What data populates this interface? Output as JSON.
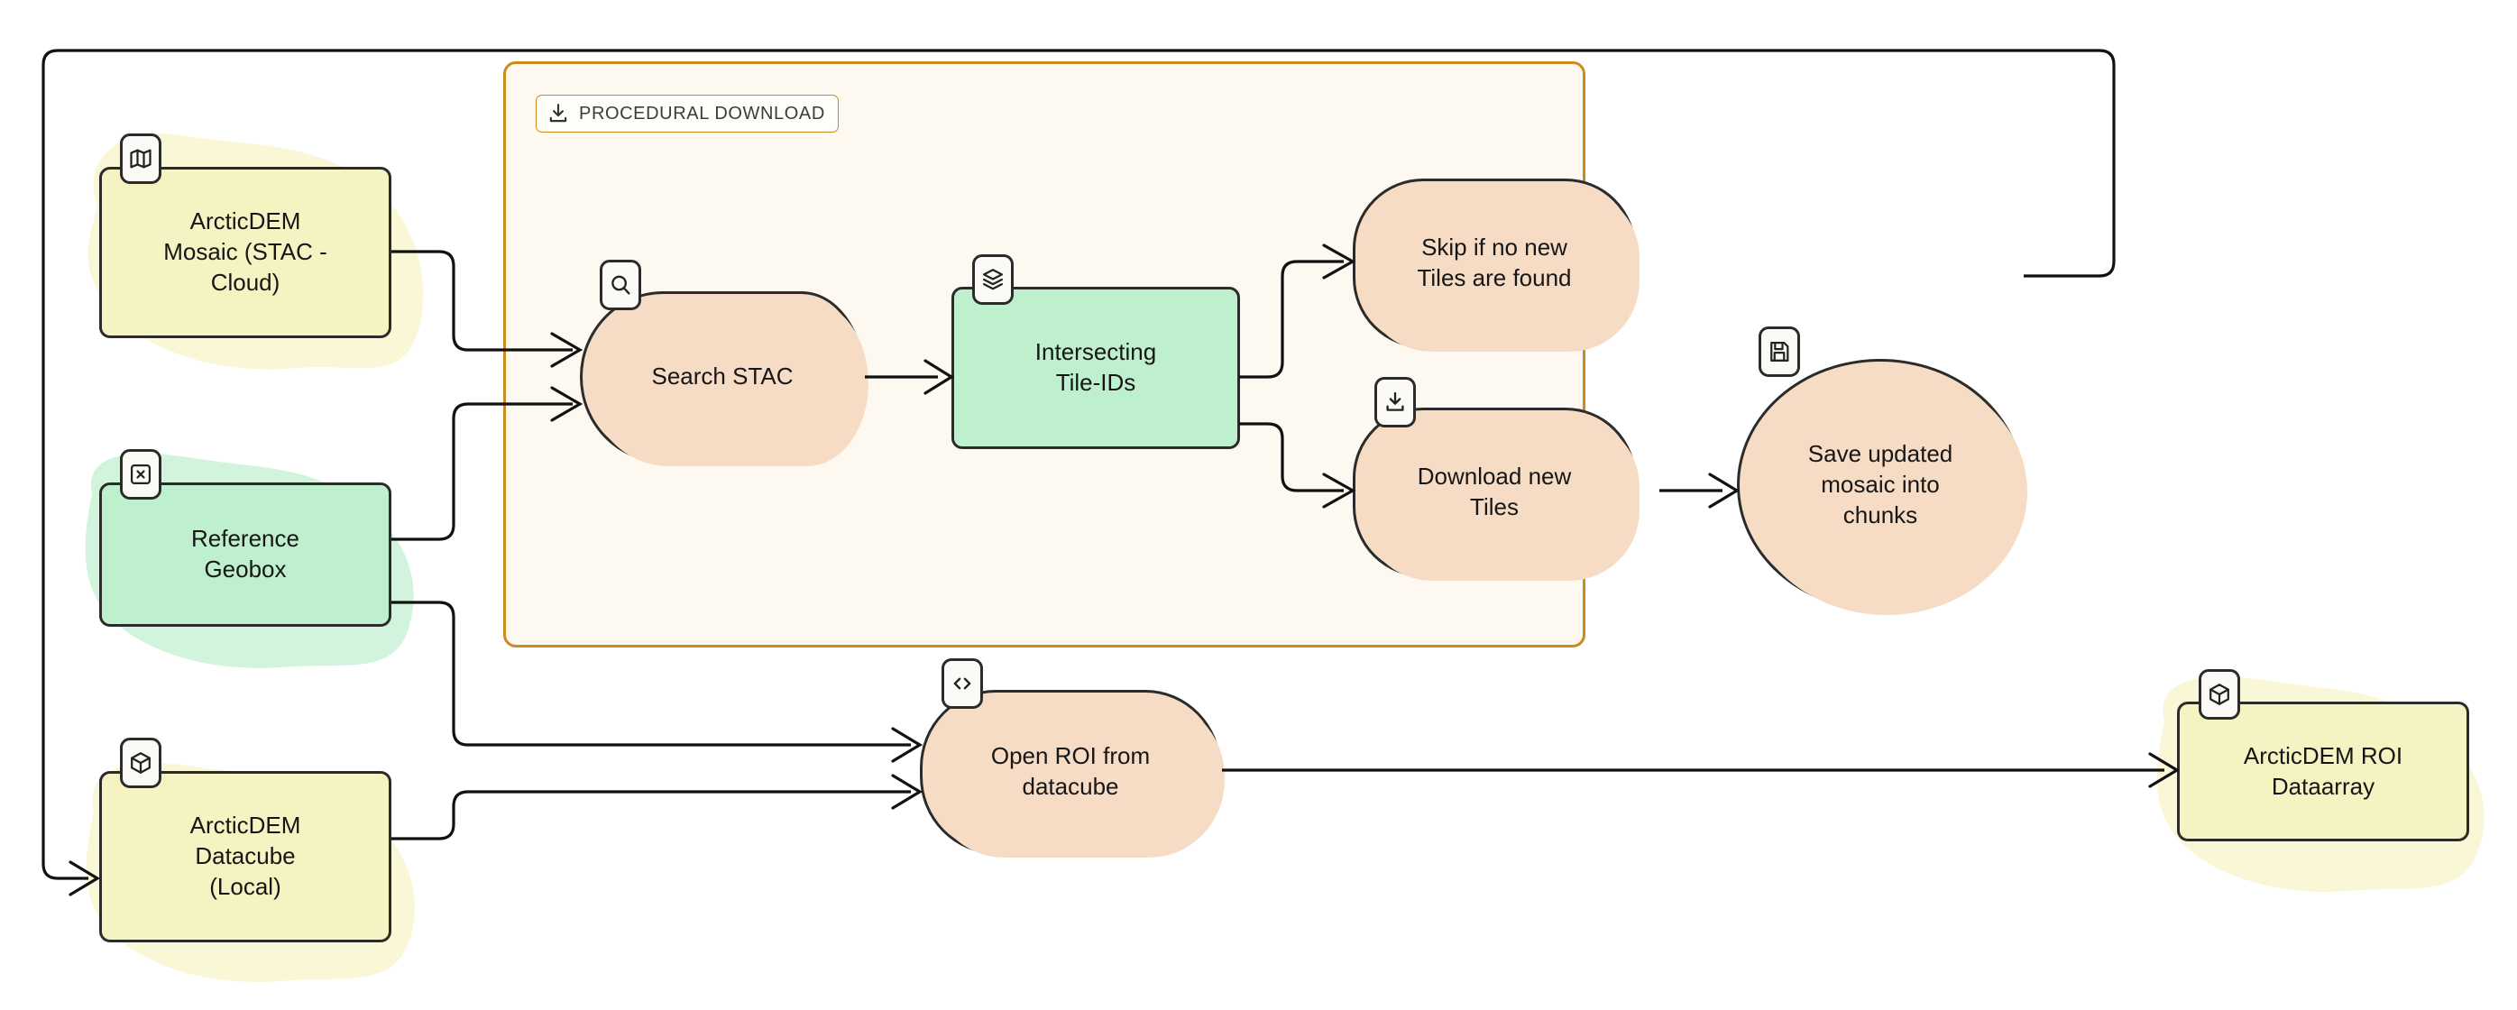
{
  "diagram": {
    "type": "flowchart",
    "title": "ArcticDEM procedural download and ROI extraction flow",
    "colors": {
      "data_node_yellow": "#f6f3c2",
      "data_node_green": "#bff0ce",
      "process_node_peach": "#f7dcc5",
      "cluster_border": "#cc8a1f",
      "cluster_background": "#fdf8f0",
      "edge_stroke": "#111111",
      "node_border": "#2b2b2b"
    }
  },
  "cluster": {
    "label": "PROCEDURAL DOWNLOAD",
    "icon": "download-icon"
  },
  "nodes": [
    {
      "id": "arcticdem-mosaic-stac-cloud",
      "label": "ArcticDEM\nMosaic (STAC -\nCloud)",
      "icon": "map-icon",
      "shape": "data",
      "color": "yellow"
    },
    {
      "id": "reference-geobox",
      "label": "Reference\nGeobox",
      "icon": "box-select-icon",
      "shape": "data",
      "color": "green"
    },
    {
      "id": "arcticdem-datacube-local",
      "label": "ArcticDEM\nDatacube\n(Local)",
      "icon": "cube-icon",
      "shape": "data",
      "color": "yellow"
    },
    {
      "id": "search-stac",
      "label": "Search STAC",
      "icon": "search-icon",
      "shape": "process",
      "color": "peach"
    },
    {
      "id": "intersecting-tile-ids",
      "label": "Intersecting\nTile-IDs",
      "icon": "layers-icon",
      "shape": "data",
      "color": "green"
    },
    {
      "id": "skip-if-no-new-tiles",
      "label": "Skip if no new\nTiles are found",
      "icon": "none",
      "shape": "process",
      "color": "peach"
    },
    {
      "id": "download-new-tiles",
      "label": "Download new\nTiles",
      "icon": "download-icon",
      "shape": "process",
      "color": "peach"
    },
    {
      "id": "save-updated-mosaic-into-chunks",
      "label": "Save updated\nmosaic into\nchunks",
      "icon": "save-icon",
      "shape": "process",
      "color": "peach"
    },
    {
      "id": "open-roi-from-datacube",
      "label": "Open ROI from\ndatacube",
      "icon": "code-icon",
      "shape": "process",
      "color": "peach"
    },
    {
      "id": "arcticdem-roi-dataarray",
      "label": "ArcticDEM ROI\nDataarray",
      "icon": "cube-icon",
      "shape": "data",
      "color": "yellow"
    }
  ],
  "edges": [
    {
      "from": "arcticdem-mosaic-stac-cloud",
      "to": "search-stac"
    },
    {
      "from": "reference-geobox",
      "to": "search-stac"
    },
    {
      "from": "search-stac",
      "to": "intersecting-tile-ids"
    },
    {
      "from": "intersecting-tile-ids",
      "to": "skip-if-no-new-tiles"
    },
    {
      "from": "intersecting-tile-ids",
      "to": "download-new-tiles"
    },
    {
      "from": "download-new-tiles",
      "to": "save-updated-mosaic-into-chunks"
    },
    {
      "from": "save-updated-mosaic-into-chunks",
      "to": "arcticdem-datacube-local"
    },
    {
      "from": "reference-geobox",
      "to": "open-roi-from-datacube"
    },
    {
      "from": "arcticdem-datacube-local",
      "to": "open-roi-from-datacube"
    },
    {
      "from": "open-roi-from-datacube",
      "to": "arcticdem-roi-dataarray"
    }
  ]
}
